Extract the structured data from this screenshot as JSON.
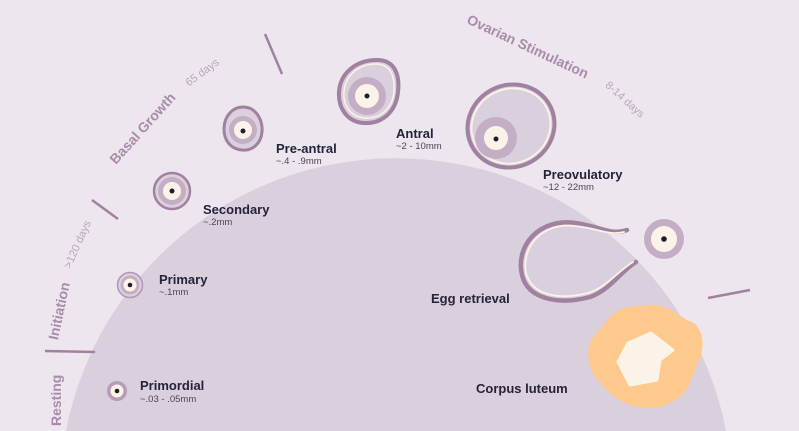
{
  "phases": [
    {
      "name": "Resting",
      "duration": ""
    },
    {
      "name": "Initiation",
      "duration": ">120 days"
    },
    {
      "name": "Basal Growth",
      "duration": "65 days"
    },
    {
      "name": "Ovarian Stimulation",
      "duration": "8-14 days"
    }
  ],
  "stages": [
    {
      "name": "Primordial",
      "size": "~.03 - .05mm"
    },
    {
      "name": "Primary",
      "size": "~.1mm"
    },
    {
      "name": "Secondary",
      "size": "~.2mm"
    },
    {
      "name": "Pre-antral",
      "size": "~.4 - .9mm"
    },
    {
      "name": "Antral",
      "size": "~2 - 10mm"
    },
    {
      "name": "Preovulatory",
      "size": "~12 - 22mm"
    },
    {
      "name": "Egg retrieval"
    },
    {
      "name": "Corpus luteum"
    }
  ],
  "colors": {
    "background": "#ede6ee",
    "ovary": "#dacfdc",
    "follicle": "#a0819f",
    "cream": "#fbf3e8",
    "luteum": "#fdc98d",
    "text": "#24233a"
  }
}
